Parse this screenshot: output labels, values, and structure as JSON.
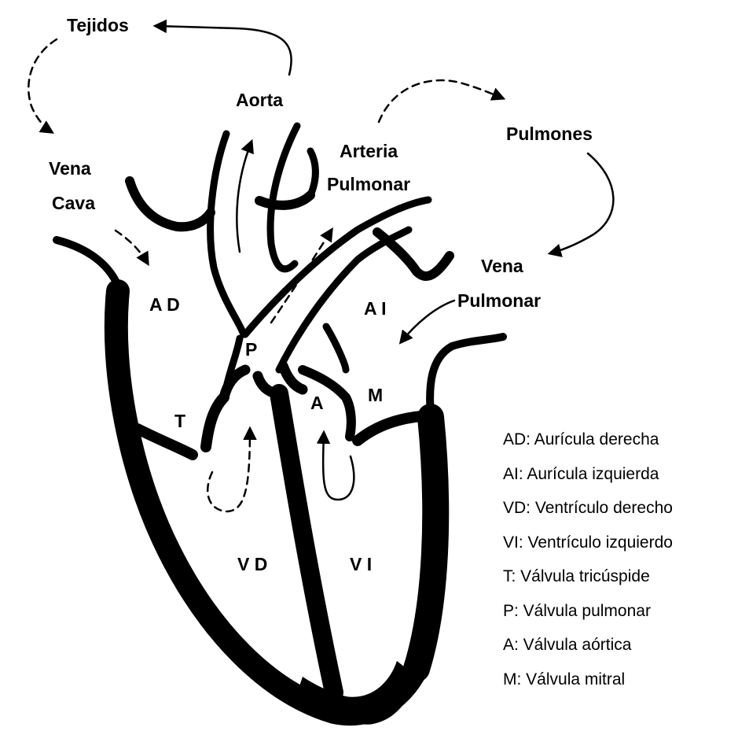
{
  "labels": {
    "tejidos": "Tejidos",
    "aorta": "Aorta",
    "arteria_1": "Arteria",
    "arteria_2": "Pulmonar",
    "pulmones": "Pulmones",
    "vena_cava_1": "Vena",
    "vena_cava_2": "Cava",
    "vena_pulmonar_1": "Vena",
    "vena_pulmonar_2": "Pulmonar",
    "ad": "A D",
    "ai": "A I",
    "p": "P",
    "t": "T",
    "a": "A",
    "m": "M",
    "vd": "V D",
    "vi": "V I"
  },
  "legend": [
    "AD: Aurícula derecha",
    "AI: Aurícula izquierda",
    "VD: Ventrículo derecho",
    "VI: Ventrículo izquierdo",
    "T: Válvula tricúspide",
    "P: Válvula pulmonar",
    "A: Válvula aórtica",
    "M: Válvula mitral"
  ]
}
